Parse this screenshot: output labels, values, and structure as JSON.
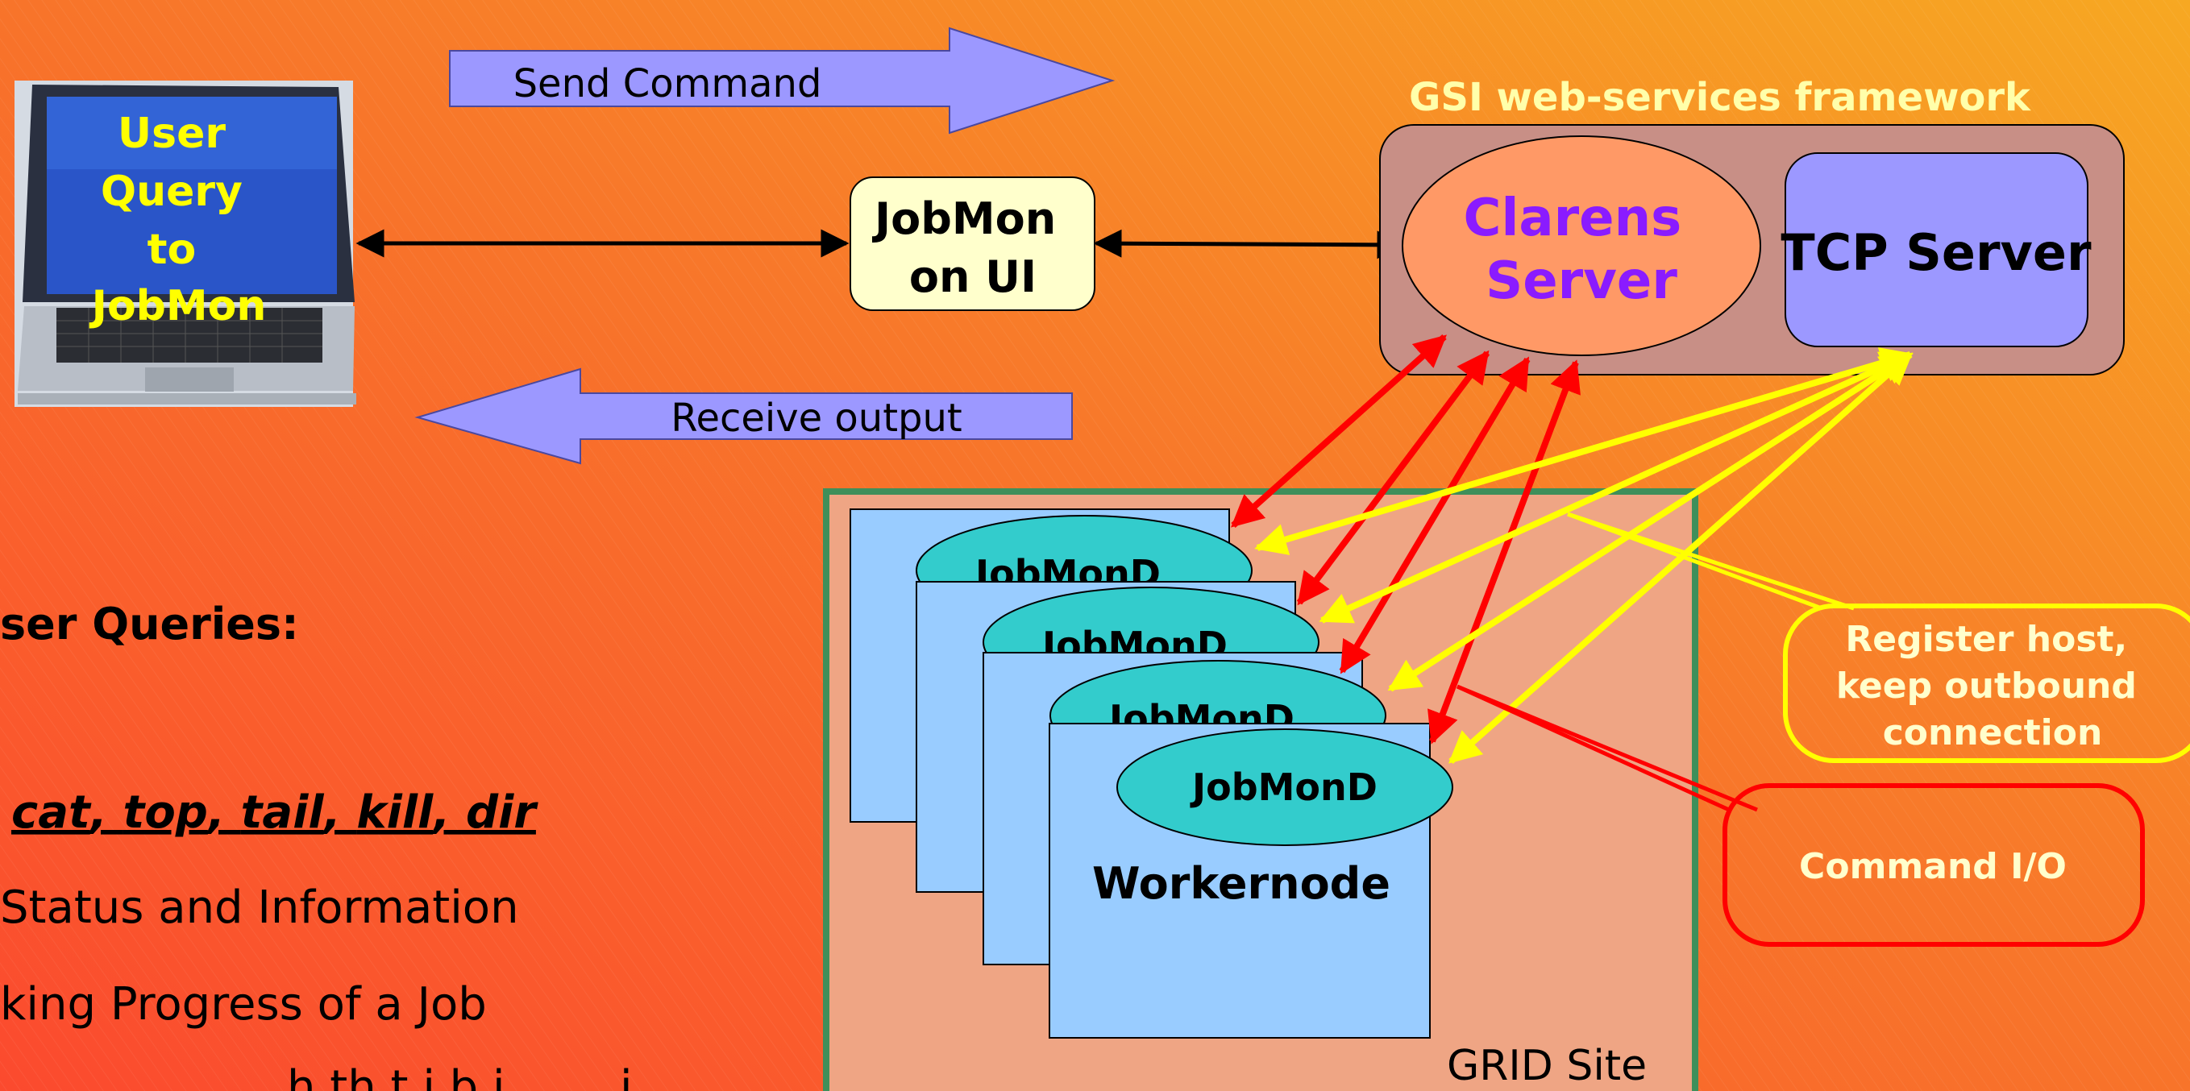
{
  "laptop": {
    "lines": [
      "User",
      "Query",
      "to",
      "JobMon"
    ]
  },
  "arrows": {
    "send_command": "Send Command",
    "receive_output": "Receive output"
  },
  "jobmon_ui": {
    "line1": "JobMon",
    "line2": "on UI"
  },
  "framework": {
    "title": "GSI web-services framework",
    "clarens_line1": "Clarens",
    "clarens_line2": "Server",
    "tcp": "TCP Server"
  },
  "grid": {
    "site_label": "GRID Site",
    "daemon_label": "JobMonD",
    "workernode_label": "Workernode"
  },
  "callouts": {
    "register_line1": "Register host,",
    "register_line2": "keep outbound",
    "register_line3": "connection",
    "command_io": "Command I/O"
  },
  "user_queries": {
    "heading": "ser Queries:",
    "cmd1": "cat",
    "sep1": ", ",
    "cmd2": "top",
    "sep2": ", ",
    "cmd3": "tail",
    "sep3": ", ",
    "cmd4": "kill",
    "sep4": ", ",
    "cmd5": "dir",
    "item2": "Status and Information",
    "item3": "king Progress of a  Job",
    "item4": "                    h th t j b i        i"
  },
  "colors": {
    "bg_top": "#f7a524",
    "bg_bottom": "#f95e2e",
    "arrow_fill": "#9c98ff",
    "clarens_fill": "#ff9966",
    "clarens_text": "#8a1bff",
    "tcp_fill": "#9c98ff",
    "jobmond_fill": "#33cccc",
    "workernode_fill": "#99ccff",
    "grid_border": "#3f8f5a",
    "red": "#ff0000",
    "yellow": "#ffff00",
    "laptop_text": "#ffff00"
  }
}
